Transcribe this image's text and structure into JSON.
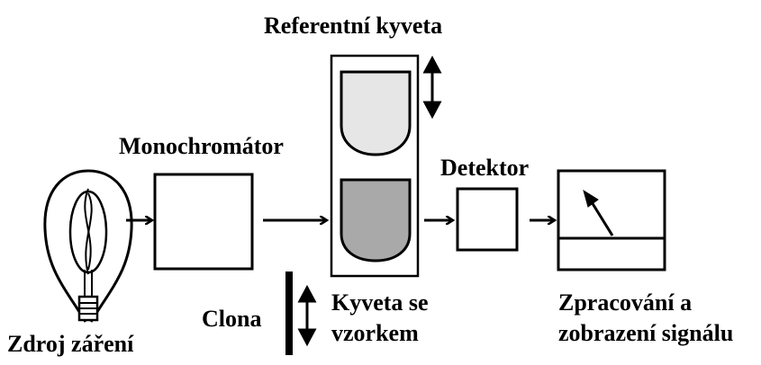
{
  "labels": {
    "reference_cuvette": "Referentní kyveta",
    "monochromator": "Monochromátor",
    "detector": "Detektor",
    "aperture": "Clona",
    "sample_cuvette_line1": "Kyveta se",
    "sample_cuvette_line2": "vzorkem",
    "processing_line1": "Zpracování a",
    "processing_line2": "zobrazení signálu",
    "source": "Zdroj záření"
  },
  "colors": {
    "stroke": "#000000",
    "reference_liquid": "#e6e6e6",
    "sample_liquid": "#a9a9a9",
    "cuvette_holder": "#ffffff"
  }
}
